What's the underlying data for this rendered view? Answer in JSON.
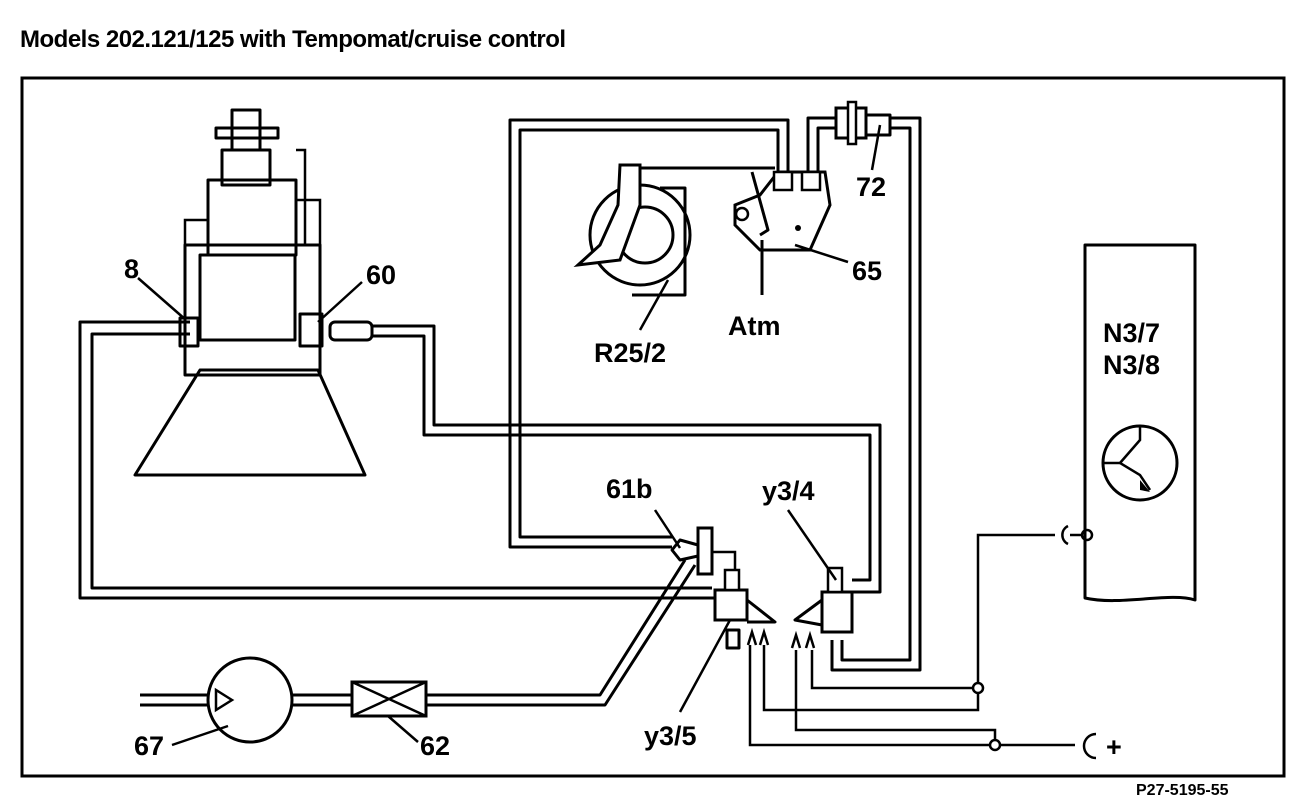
{
  "title": "Models 202.121/125 with Tempomat/cruise control",
  "figure_ref": "P27-5195-55",
  "labels": {
    "p8": "8",
    "p60": "60",
    "p72": "72",
    "p65": "65",
    "atm": "Atm",
    "r25_2": "R25/2",
    "n3_7": "N3/7",
    "n3_8": "N3/8",
    "p61b": "61b",
    "y3_4": "y3/4",
    "y3_5": "y3/5",
    "p67": "67",
    "p62": "62",
    "plus": "+"
  }
}
